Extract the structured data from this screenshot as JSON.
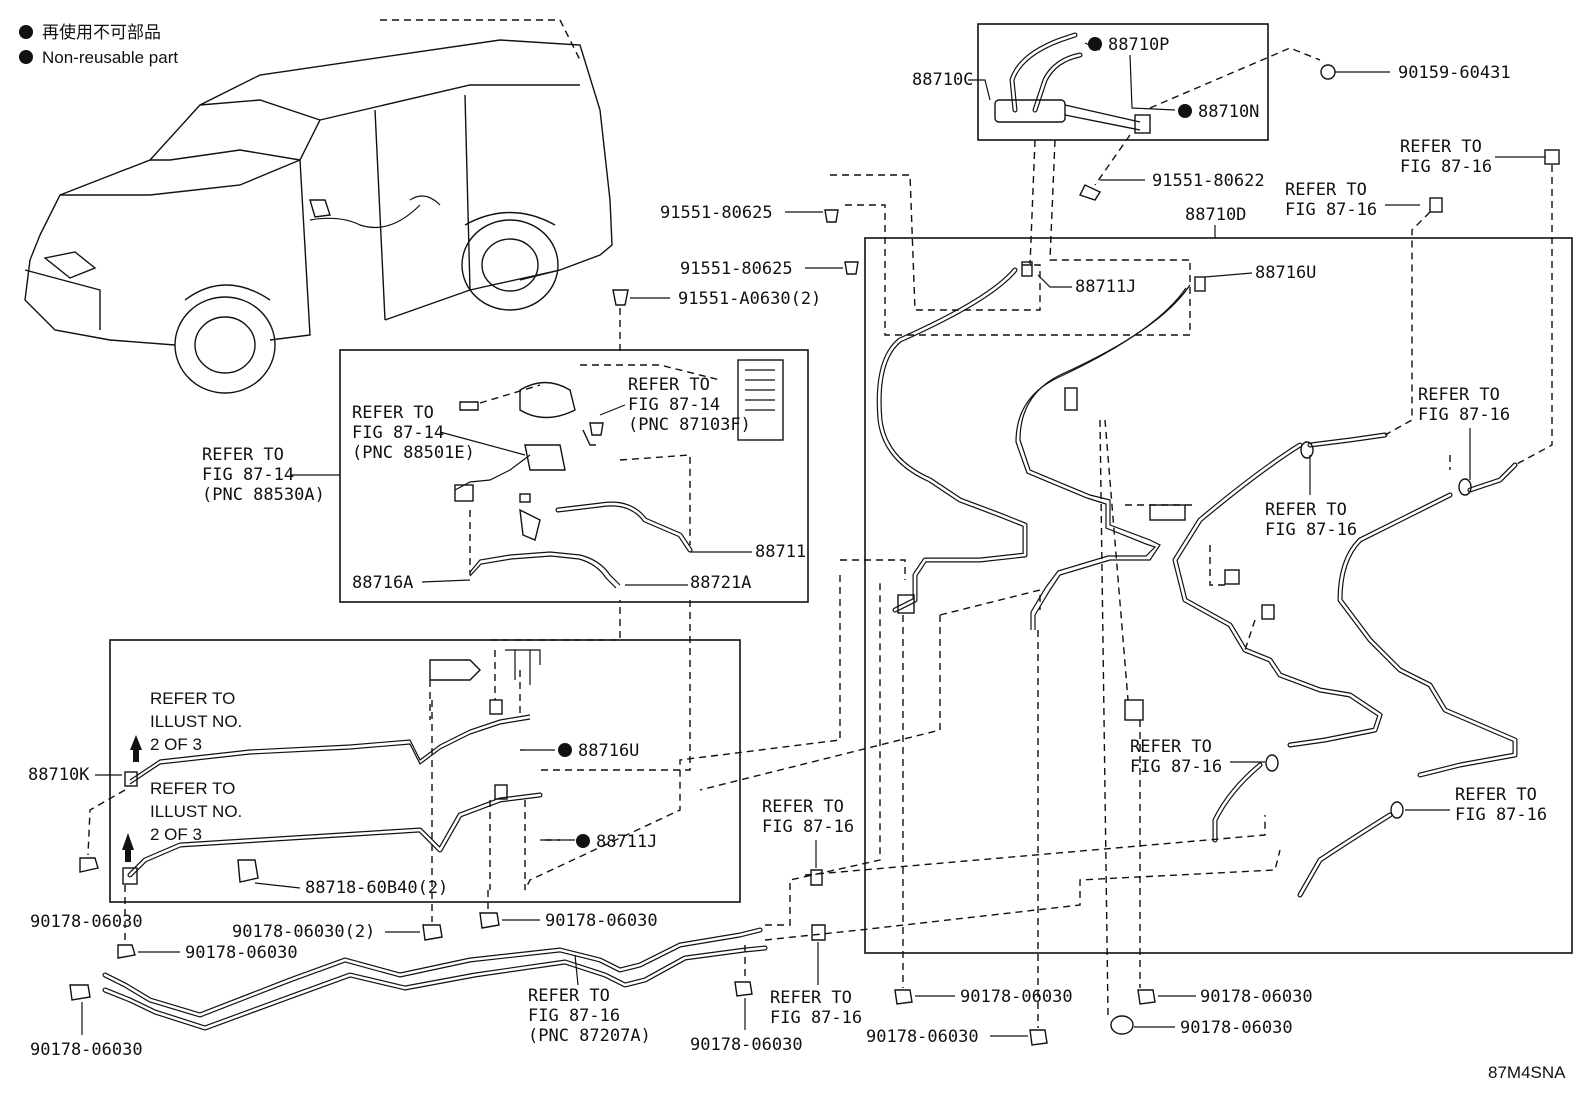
{
  "legend": {
    "japanese": "再使用不可部品",
    "english": "Non-reusable part"
  },
  "figure_code": "87M4SNA",
  "labels": {
    "p88710P": "88710P",
    "p88710C": "88710C",
    "p88710N": "88710N",
    "p90159_60431": "90159-60431",
    "p91551_80622": "91551-80622",
    "p88710D": "88710D",
    "p91551_80625_a": "91551-80625",
    "p91551_80625_b": "91551-80625",
    "p91551_A0630": "91551-A0630(2)",
    "p88711J_top": "88711J",
    "p88716U_top": "88716U",
    "p88711": "88711",
    "p88716A": "88716A",
    "p88721A": "88721A",
    "p88716U_mid": "88716U",
    "p88711J_mid": "88711J",
    "p88710K": "88710K",
    "p88718": "88718-60B40(2)",
    "p90178_left": "90178-06030",
    "p90178_left2": "90178-06030",
    "p90178_left3": "90178-06030",
    "p90178_x2": "90178-06030(2)",
    "p90178_mid": "90178-06030",
    "p90178_bottom_mid": "90178-06030",
    "p90178_bottom_a": "90178-06030",
    "p90178_bottom_b": "90178-06030",
    "p90178_bottom_c": "90178-06030",
    "p90178_bottom_d": "90178-06030"
  },
  "refs": {
    "r1": [
      "REFER TO",
      "FIG 87-14",
      "(PNC 87103F)"
    ],
    "r2": [
      "REFER TO",
      "FIG 87-14",
      "(PNC 88501E)"
    ],
    "r3": [
      "REFER TO",
      "FIG 87-14",
      "(PNC 88530A)"
    ],
    "r4": [
      "REFER TO",
      "FIG 87-16"
    ],
    "r5": [
      "REFER TO",
      "FIG 87-16"
    ],
    "r6": [
      "REFER TO",
      "FIG 87-16"
    ],
    "r7": [
      "REFER TO",
      "FIG 87-16"
    ],
    "r8": [
      "REFER TO",
      "FIG 87-16"
    ],
    "r9": [
      "REFER TO",
      "FIG 87-16"
    ],
    "r10": [
      "REFER TO",
      "FIG 87-16"
    ],
    "r11": [
      "REFER TO",
      "FIG 87-16"
    ],
    "r12": [
      "REFER TO",
      "FIG 87-16",
      "(PNC 87207A)"
    ],
    "illust1": [
      "REFER TO",
      "ILLUST NO.",
      "2 OF 3"
    ],
    "illust2": [
      "REFER TO",
      "ILLUST NO.",
      "2 OF 3"
    ]
  }
}
